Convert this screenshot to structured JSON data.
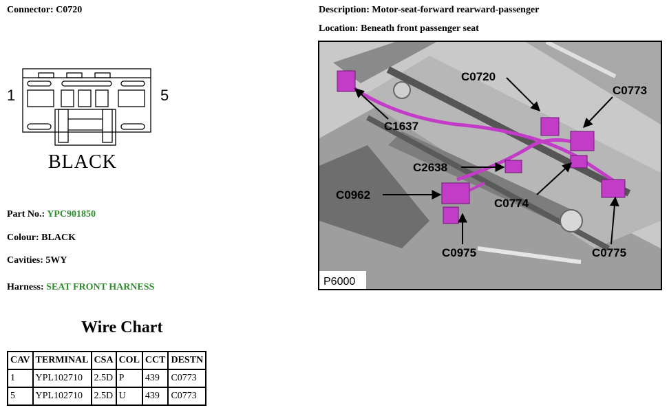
{
  "connector": {
    "label": "Connector:",
    "id": "C0720",
    "pin_left": "1",
    "pin_right": "5",
    "colour_caption": "BLACK"
  },
  "details": {
    "part_label": "Part No.:",
    "part_value": "YPC901850",
    "colour_label": "Colour:",
    "colour_value": "BLACK",
    "cavities_label": "Cavities:",
    "cavities_value": "5WY",
    "harness_label": "Harness:",
    "harness_value": "SEAT FRONT HARNESS"
  },
  "description": {
    "label": "Description:",
    "value": "Motor-seat-forward rearward-passenger"
  },
  "location": {
    "label": "Location:",
    "value": "Beneath front passenger seat",
    "figure_code": "P6000",
    "callouts": [
      "C0720",
      "C0773",
      "C1637",
      "C2638",
      "C0962",
      "C0774",
      "C0975",
      "C0775"
    ]
  },
  "wire_chart": {
    "title": "Wire Chart",
    "headers": [
      "CAV",
      "TERMINAL",
      "CSA",
      "COL",
      "CCT",
      "DESTN"
    ],
    "rows": [
      [
        "1",
        "YPL102710",
        "2.5D",
        "P",
        "439",
        "C0773"
      ],
      [
        "5",
        "YPL102710",
        "2.5D",
        "U",
        "439",
        "C0773"
      ]
    ]
  },
  "colors": {
    "accent_green": "#2e8b2e",
    "connector_highlight": "#c23cc8"
  }
}
